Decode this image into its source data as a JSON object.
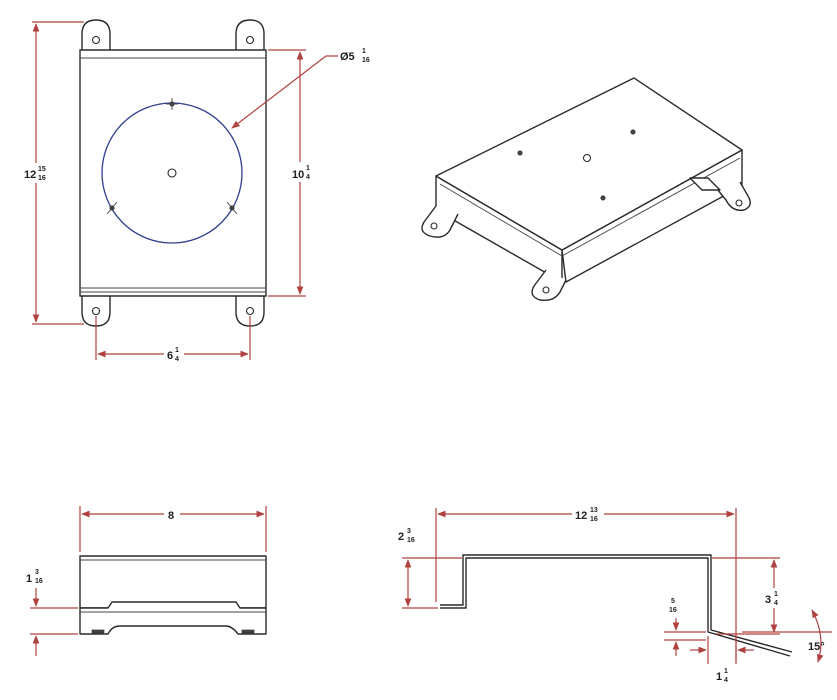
{
  "colors": {
    "line": "#2a2a2a",
    "dimension": "#b0413e",
    "circle_feature": "#2e3f8f",
    "background": "#ffffff"
  },
  "top_view": {
    "diameter_label": "Ø5",
    "diameter_frac_num": "1",
    "diameter_frac_den": "16",
    "height_outer_whole": "12",
    "height_outer_num": "15",
    "height_outer_den": "16",
    "height_inner_whole": "10",
    "height_inner_num": "1",
    "height_inner_den": "4",
    "hole_spacing_whole": "6",
    "hole_spacing_num": "1",
    "hole_spacing_den": "4"
  },
  "front_view": {
    "width_label": "8",
    "height_whole": "1",
    "height_num": "3",
    "height_den": "16"
  },
  "side_view": {
    "length_whole": "12",
    "length_num": "13",
    "length_den": "16",
    "left_flange_whole": "2",
    "left_flange_num": "3",
    "left_flange_den": "16",
    "right_height_whole": "3",
    "right_height_num": "1",
    "right_height_den": "4",
    "thickness_num": "5",
    "thickness_den": "16",
    "foot_whole": "1",
    "foot_num": "1",
    "foot_den": "4",
    "angle_label": "15°"
  }
}
